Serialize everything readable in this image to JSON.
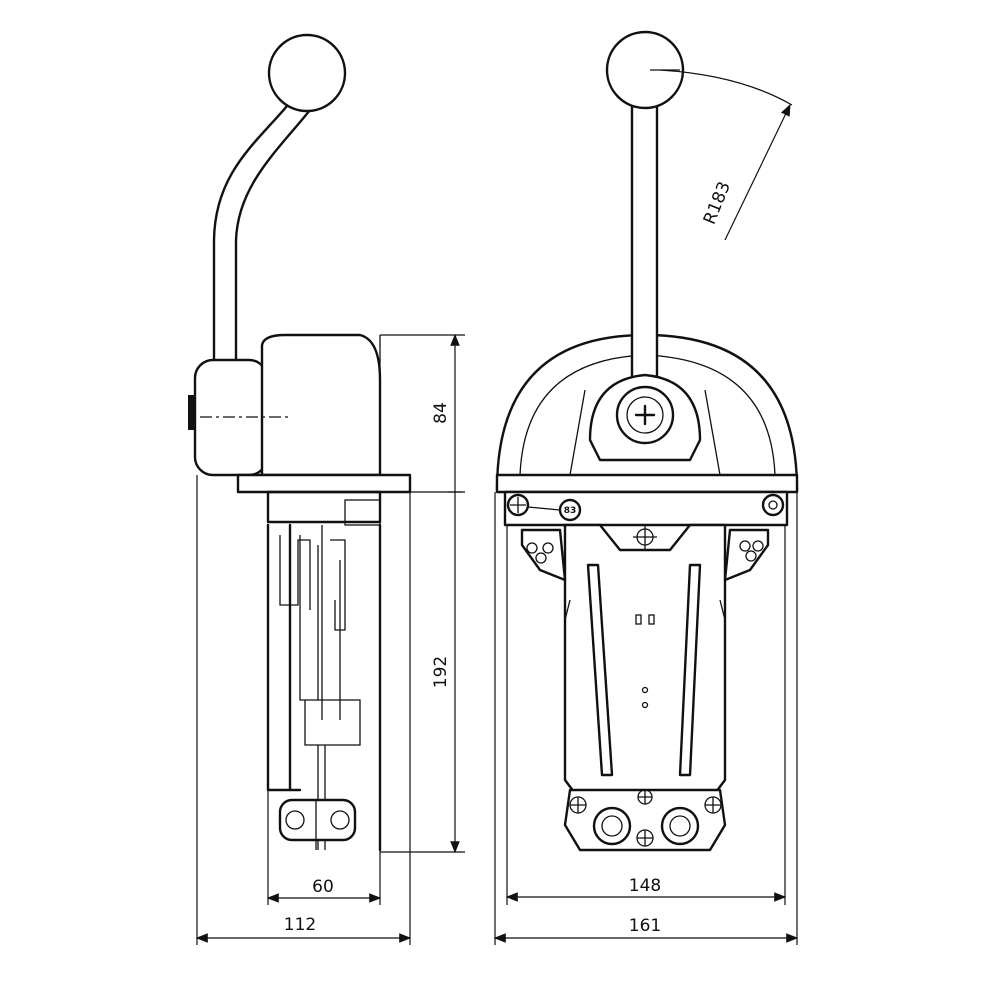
{
  "drawing": {
    "title": "Single lever control dimension drawing",
    "dimensions": {
      "housing_height": "84",
      "body_height": "192",
      "side_depth_inner": "60",
      "side_depth_overall": "112",
      "front_width_inner": "148",
      "front_width_overall": "161",
      "lever_radius": "R183",
      "part_callout": "83"
    },
    "line_color": "#111111",
    "background": "#ffffff"
  }
}
